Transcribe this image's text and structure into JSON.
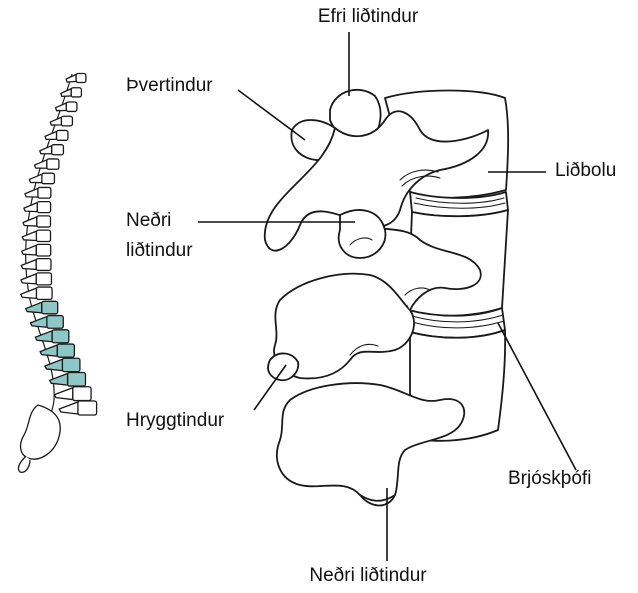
{
  "figure": {
    "labels": {
      "superior_articular_process": "Efri liðtindur",
      "transverse_process": "Þvertindur",
      "vertebral_body": "Liðbolu",
      "inferior_articular_process_line1": "Neðri",
      "inferior_articular_process_line2": "liðtindur",
      "spinous_process": "Hryggtindur",
      "intervertebral_disc": "Brjóskþófi",
      "inferior_articular_process_bottom": "Neðri liðtindur"
    },
    "colors": {
      "outline": "#1a1a1a",
      "bone_fill": "#ffffff",
      "lumbar_highlight": "#8fc6c6",
      "leader_line": "#111111"
    },
    "icons": {
      "spine_thumbnail": "spine-side-view-icon",
      "vertebrae_drawing": "lumbar-vertebrae-illustration"
    }
  }
}
